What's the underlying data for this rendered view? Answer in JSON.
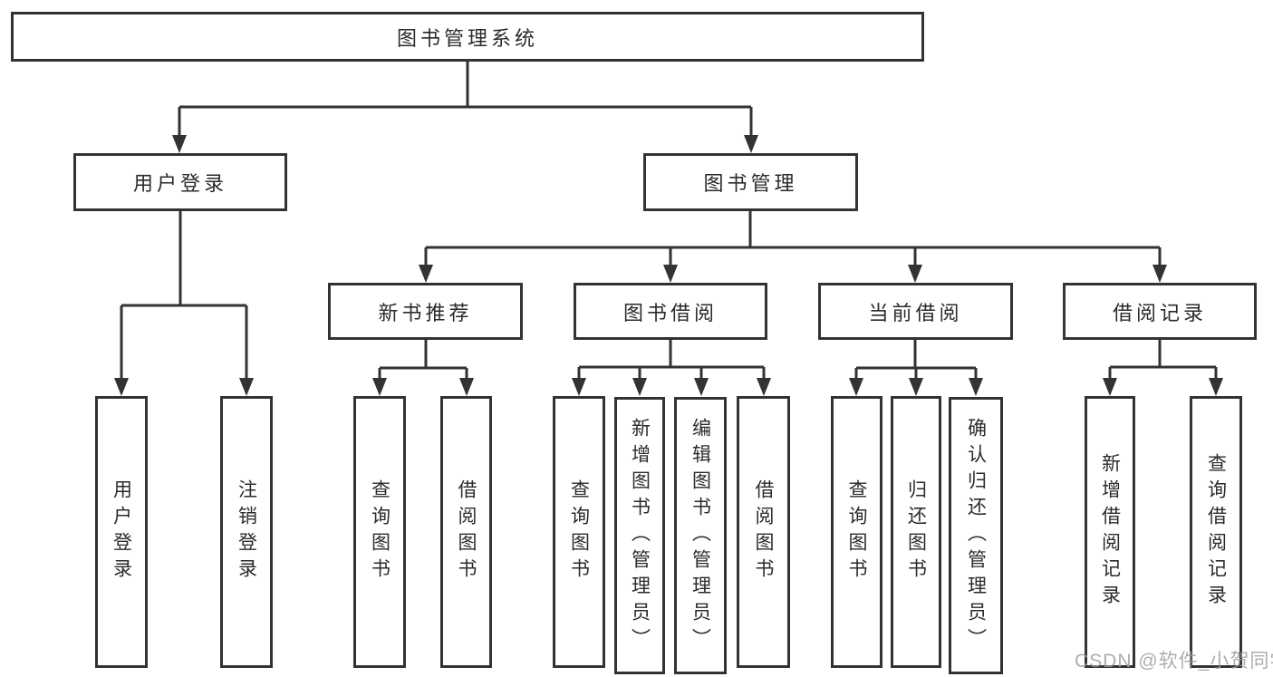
{
  "diagram_title": "图书管理系统",
  "hierarchy": {
    "label": "图书管理系统",
    "children": [
      {
        "label": "用户登录",
        "children": [
          {
            "label": "用户登录"
          },
          {
            "label": "注销登录"
          }
        ]
      },
      {
        "label": "图书管理",
        "children": [
          {
            "label": "新书推荐",
            "children": [
              {
                "label": "查询图书"
              },
              {
                "label": "借阅图书"
              }
            ]
          },
          {
            "label": "图书借阅",
            "children": [
              {
                "label": "查询图书"
              },
              {
                "label": "新增图书（管理员）"
              },
              {
                "label": "编辑图书（管理员）"
              },
              {
                "label": "借阅图书"
              }
            ]
          },
          {
            "label": "当前借阅",
            "children": [
              {
                "label": "查询图书"
              },
              {
                "label": "归还图书"
              },
              {
                "label": "确认归还（管理员）"
              }
            ]
          },
          {
            "label": "借阅记录",
            "children": [
              {
                "label": "新增借阅记录"
              },
              {
                "label": "查询借阅记录"
              }
            ]
          }
        ]
      }
    ]
  },
  "watermark": "CSDN @软件_小贺同学",
  "colors": {
    "line": "#333333",
    "text": "#2b2b2b",
    "box_background": "#ffffff",
    "watermark": "#9e9e9e",
    "page_background": "#ffffff"
  }
}
